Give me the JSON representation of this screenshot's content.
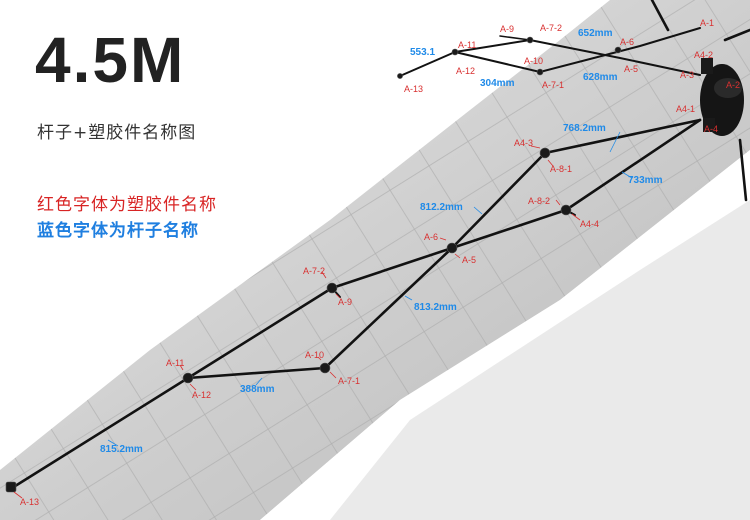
{
  "heading": {
    "title": "4.5M",
    "subtitle": "杆子+塑胶件名称图"
  },
  "legend": {
    "red": "红色字体为塑胶件名称",
    "blue": "蓝色字体为杆子名称"
  },
  "colors": {
    "plastic_label": "#d83030",
    "rod_label": "#1f8ae8",
    "rod": "#121212"
  },
  "labels": {
    "a1": "A-1",
    "a2": "A-2",
    "a3": "A-3",
    "a41_small": "A4-1",
    "a42_small": "A4-2",
    "a4_small": "A-4",
    "a43": "A4-3",
    "a44": "A4-4",
    "a81": "A-8-1",
    "a82": "A-8-2",
    "a6": "A-6",
    "a5": "A-5",
    "a72": "A-7-2",
    "a9": "A-9",
    "a11": "A-11",
    "a12": "A-12",
    "a10": "A-10",
    "a71": "A-7-1",
    "a13": "A-13",
    "s_a9": "A-9",
    "s_a72": "A-7-2",
    "s_a11": "A-11",
    "s_a6": "A-6",
    "s_a5": "A-5",
    "s_a12": "A-12",
    "s_a10": "A-10",
    "s_a71": "A-7-1",
    "s_a13": "A-13"
  },
  "rods": {
    "r7682": "768.2mm",
    "r733": "733mm",
    "r8122": "812.2mm",
    "r8132": "813.2mm",
    "r388": "388mm",
    "r8152": "815.2mm",
    "s652": "652mm",
    "s5531": "553.1",
    "s628": "628mm",
    "s304": "304mm"
  }
}
